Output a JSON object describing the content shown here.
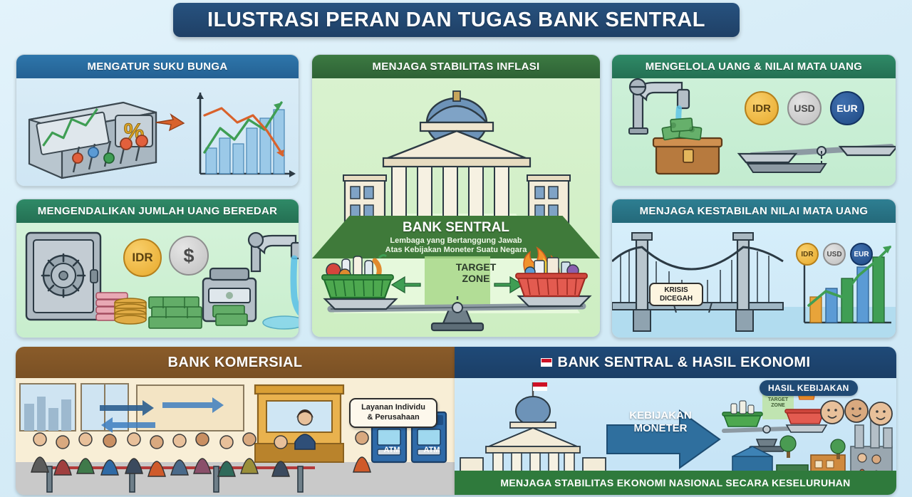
{
  "title": "ILUSTRASI PERAN DAN TUGAS BANK SENTRAL",
  "cards": {
    "interest": {
      "heading": "MENGATUR SUKU BUNGA",
      "percent_symbol": "%"
    },
    "inflation": {
      "heading": "MENJAGA STABILITAS INFLASI",
      "institution": "BANK SENTRAL",
      "subtitle_line1": "Lembaga yang Bertanggung Jawab",
      "subtitle_line2": "Atas Kebijakan Moneter Suatu Negara",
      "target_line1": "TARGET",
      "target_line2": "ZONE"
    },
    "manage": {
      "heading": "MENGELOLA UANG & NILAI MATA UANG",
      "coins": [
        "IDR",
        "USD",
        "EUR"
      ]
    },
    "supply": {
      "heading": "MENGENDALIKAN JUMLAH UANG BEREDAR",
      "coin_idr": "IDR",
      "coin_usd": "$"
    },
    "exchange": {
      "heading": "MENJAGA KESTABILAN NILAI MATA UANG",
      "sign_line1": "KRISIS",
      "sign_line2": "DICEGAH",
      "coins": [
        "IDR",
        "USD",
        "EUR"
      ]
    }
  },
  "panels": {
    "commercial": {
      "heading": "BANK KOMERSIAL",
      "callout_line1": "Layanan Individu",
      "callout_line2": "& Perusahaan",
      "atm_label": "ATM"
    },
    "central": {
      "heading": "BANK SENTRAL & HASIL EKONOMI",
      "policy_line1": "KEBIJAKAN",
      "policy_line2": "MONETER",
      "result_badge": "HASIL KEBIJAKAN",
      "mini_target_line1": "TARGET",
      "mini_target_line2": "ZONE",
      "footer": "MENJAGA STABILITAS EKONOMI NASIONAL SECARA KESELURUHAN"
    }
  },
  "colors": {
    "title_bar": "#27527f",
    "blue_head": "#2e76ab",
    "green_head": "#3c7a42",
    "teal_head": "#2f8a67",
    "cyan_head": "#2e7f92",
    "brown_head": "#8a5c2a",
    "navy_head": "#1f4a78",
    "footer_green": "#2f7a3c"
  }
}
